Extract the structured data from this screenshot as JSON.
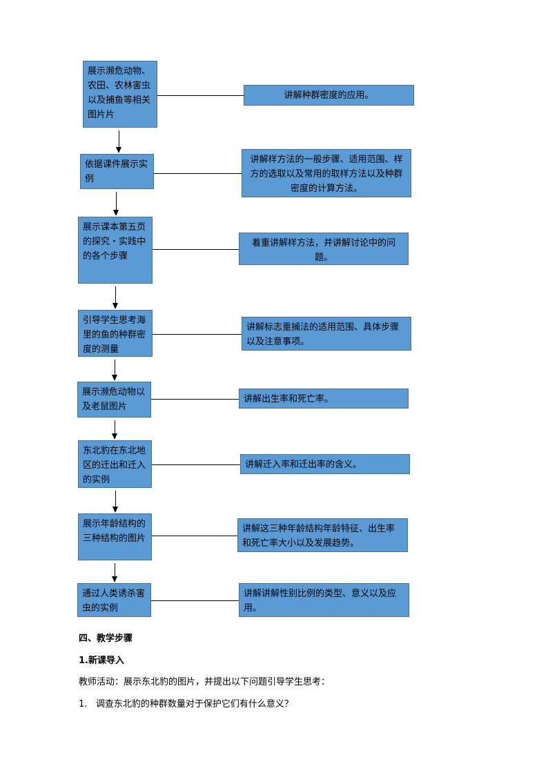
{
  "flowchart": {
    "steps": [
      {
        "left": "展示濒危动物、农田、农林害虫以及捕鱼等相关图片片",
        "right": "讲解种群密度的应用。"
      },
      {
        "left": "依据课件展示实例",
        "right": "讲解样方法的一般步骤、适用范围、样方的选取以及常用的取样方法以及种群密度的计算方法。"
      },
      {
        "left": "展示课本第五页的探究・实践中的各个步骤",
        "right": "着重讲解样方法，并讲解讨论中的问题。"
      },
      {
        "left": "引导学生思考海里的鱼的种群密度的测量",
        "right": "讲解标志重捕法的适用范围、具体步骤以及注意事项。"
      },
      {
        "left": "展示濒危动物以及老鼠图片",
        "right": "讲解出生率和死亡率。"
      },
      {
        "left": "东北豹在东北地区的迁出和迁入的实例",
        "right": "讲解迁入率和迁出率的含义。"
      },
      {
        "left": "展示年龄结构的三种结构的图片",
        "right": "讲解这三种年龄结构年龄特征、出生率和死亡率大小以及发展趋势。"
      },
      {
        "left": "通过人类诱杀害虫的实例",
        "right": "讲解讲解性别比例的类型、意义以及应用。"
      }
    ]
  },
  "section": {
    "heading": "四、教学步骤",
    "subheading": "1.新课导入",
    "paragraph": "教师活动：展示东北豹的图片，并提出以下问题引导学生思考：",
    "list_number": "1.",
    "list_item": "调查东北豹的种群数量对于保护它们有什么意义？"
  }
}
